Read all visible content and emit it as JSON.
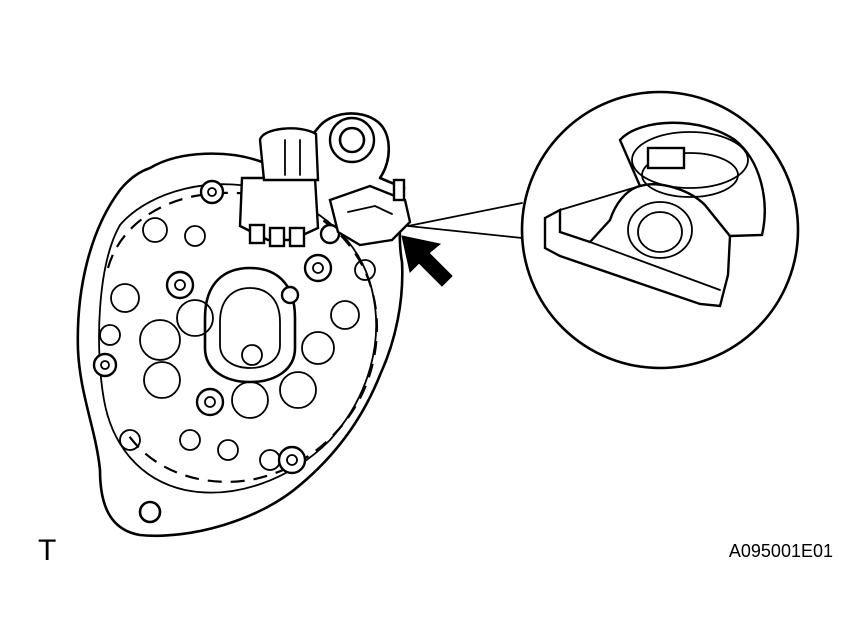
{
  "figure": {
    "view_code": "T",
    "figure_id": "A095001E01"
  },
  "icons": {
    "alternator": "alternator-rear-view-illustration",
    "detail": "connector-detail-magnified-view",
    "pointer": "pointer-arrow"
  }
}
